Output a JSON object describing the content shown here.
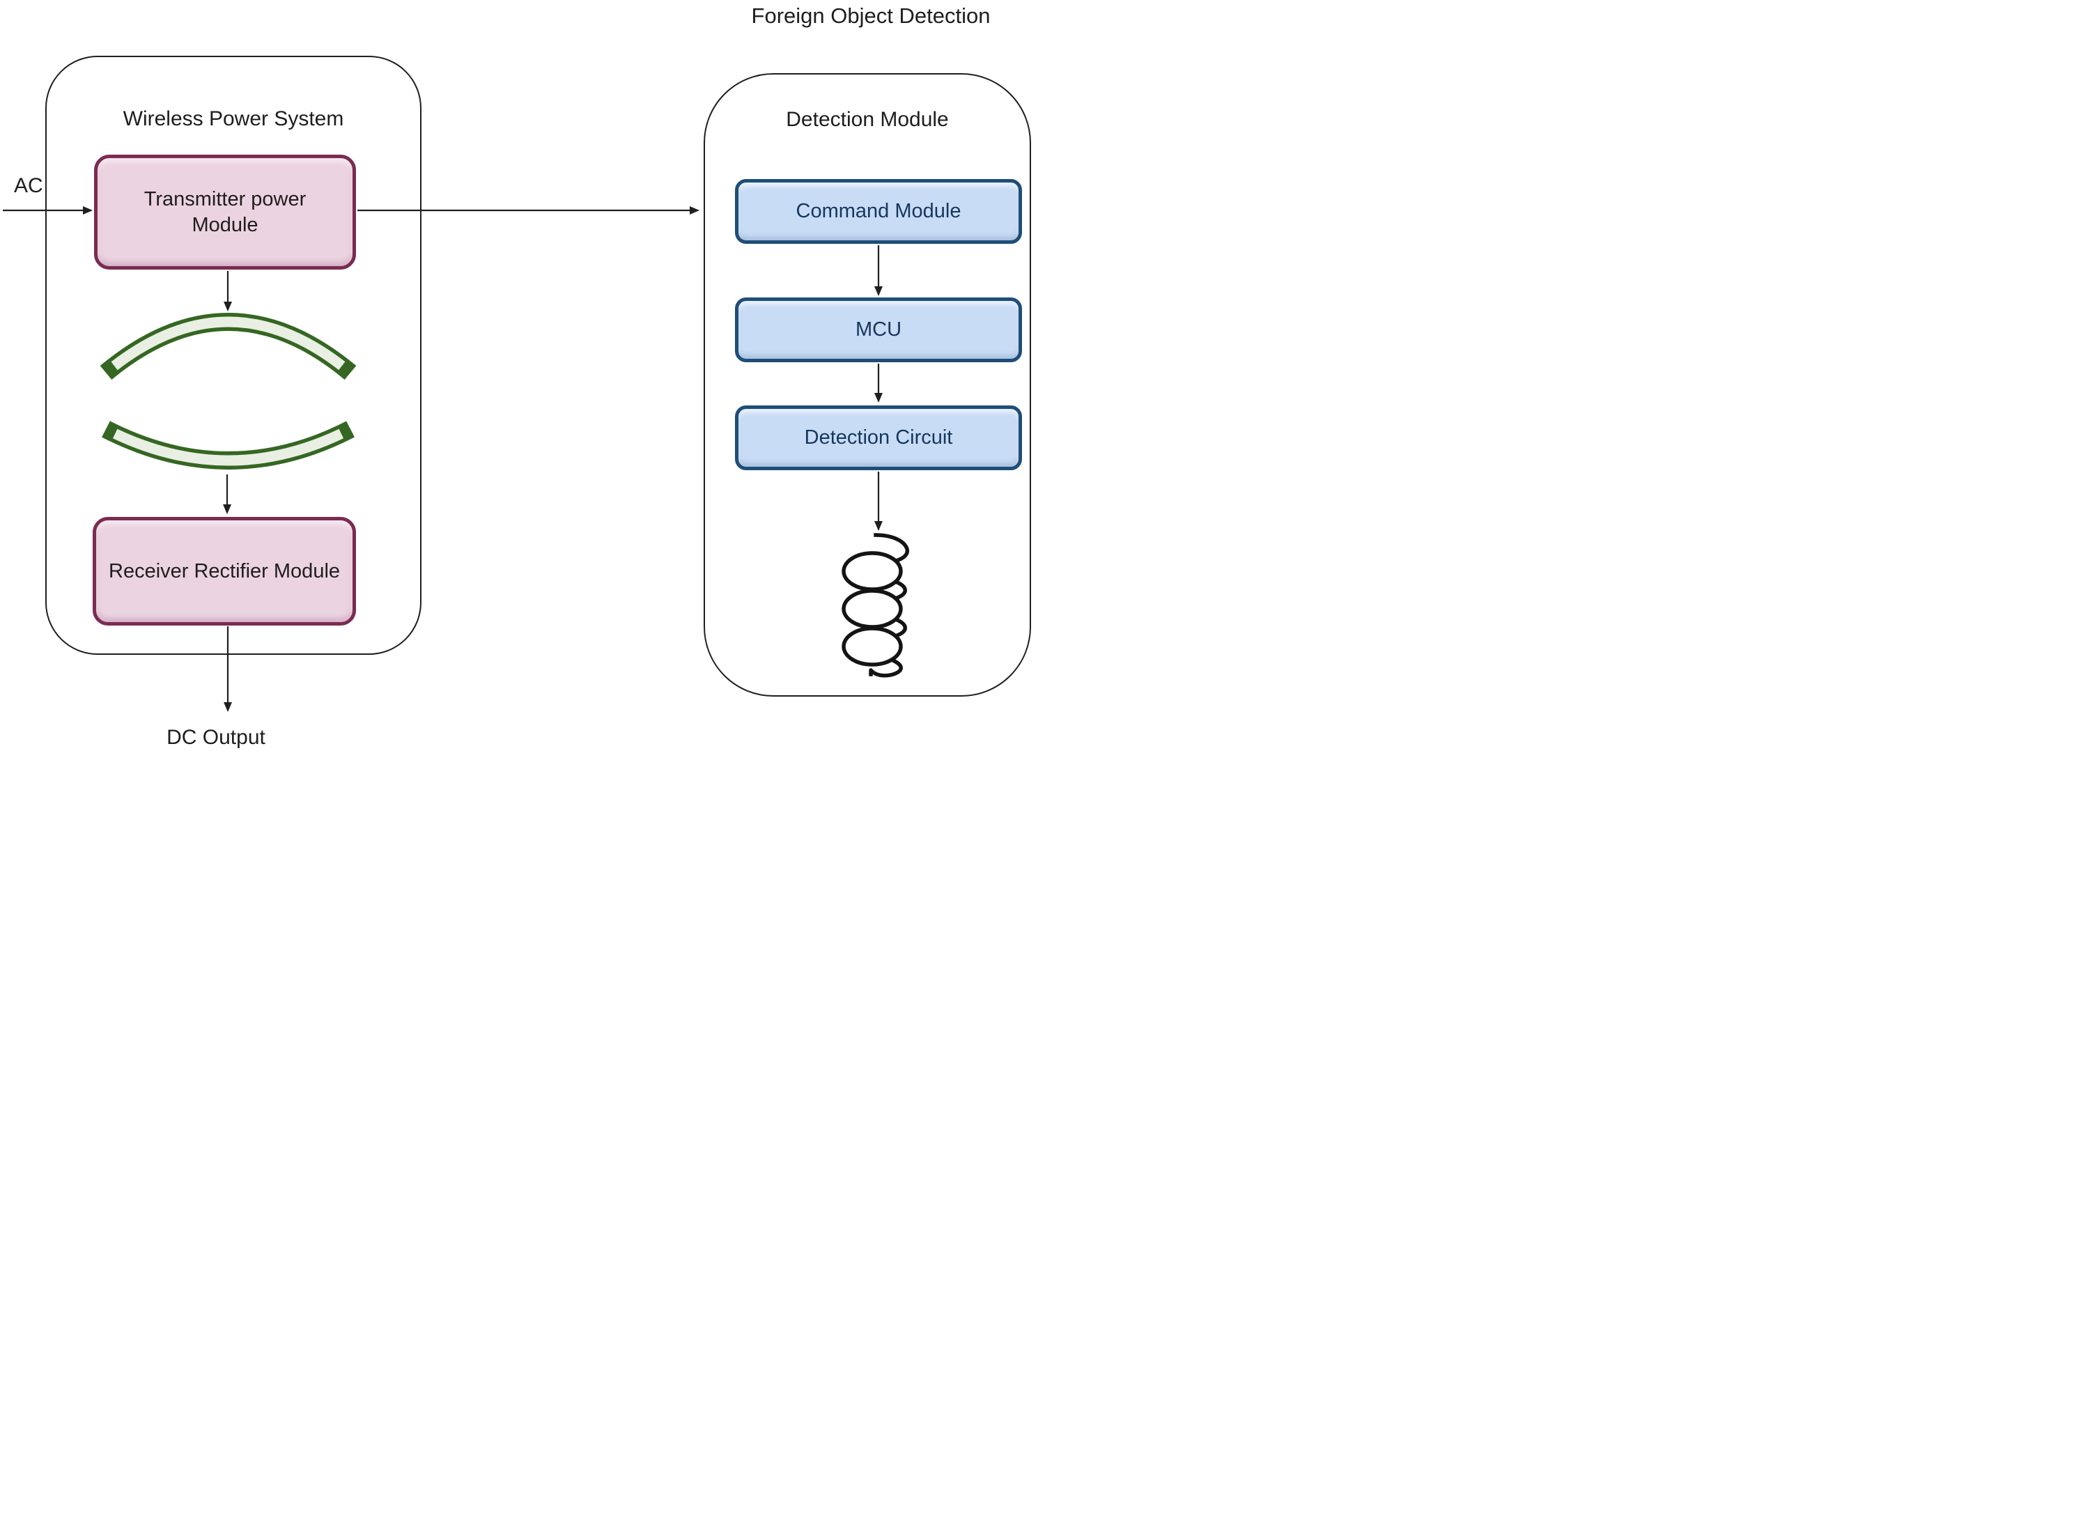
{
  "title": "Foreign Object Detection",
  "wireless_power_system": {
    "title": "Wireless Power System",
    "input_label": "AC",
    "transmitter_label": "Transmitter power Module",
    "receiver_label": "Receiver Rectifier Module",
    "output_label": "DC Output"
  },
  "detection_system": {
    "title": "Detection Module",
    "boxes": [
      "Command Module",
      "MCU",
      "Detection Circuit"
    ]
  },
  "icons": {
    "coupling_plates": "coupling-plates-icon",
    "spiral_coil": "spiral-coil-icon",
    "arrowhead": "arrowhead-icon"
  },
  "colors": {
    "line_color": "#1f1f1f",
    "dark_text": "#1f1d1e",
    "pink_fill": "#ecd3e1",
    "pink_border": "#7b2b52",
    "blue_fill": "#c8dcf6",
    "blue_border": "#1e4e79",
    "blue_text": "#17365d",
    "coil_fill": "#e9efe2",
    "coil_stroke": "#356722",
    "spiral_color": "#141414"
  }
}
